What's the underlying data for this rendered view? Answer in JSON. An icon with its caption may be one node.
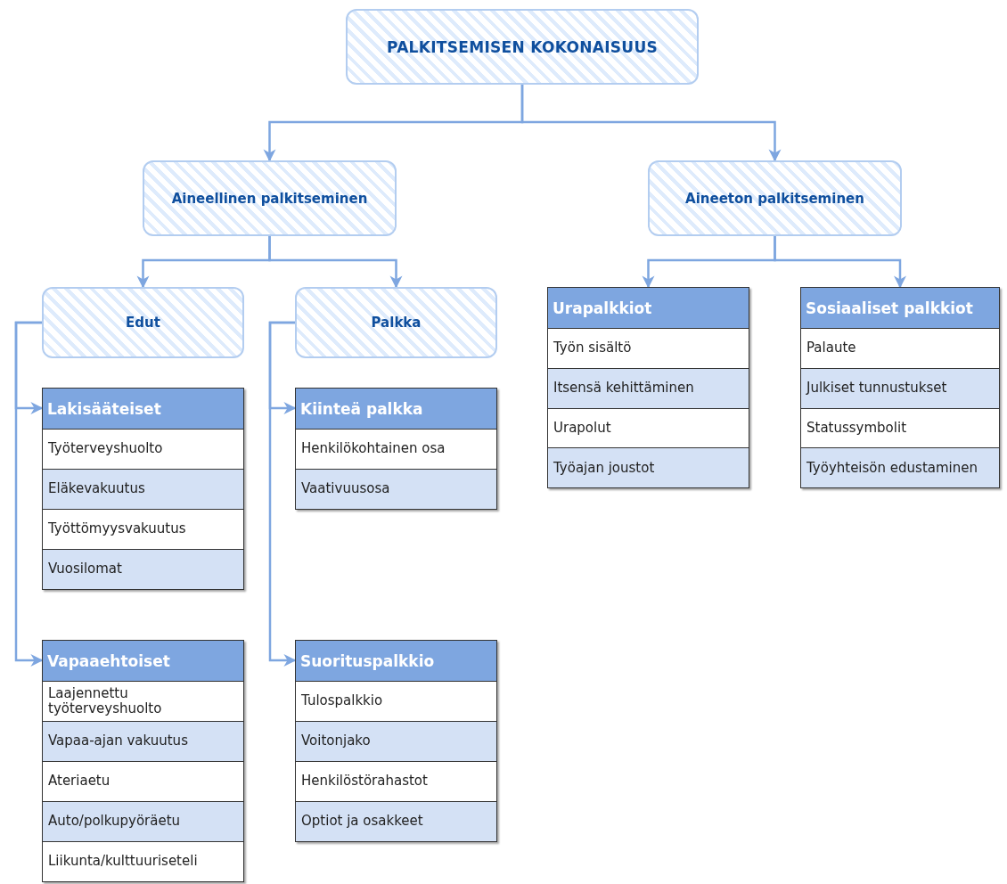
{
  "diagram": {
    "nodes": [
      {
        "text": [
          "PALKITSEMISEN KOKONAISUUS"
        ]
      },
      {
        "text": [
          "Aineellinen palkitseminen"
        ]
      },
      {
        "text": [
          "Aineeton palkitseminen"
        ]
      },
      {
        "text": [
          "Edut"
        ]
      },
      {
        "text": [
          "Palkka"
        ]
      },
      {
        "text": [
          "Urapalkkiot",
          "Työn sisältö",
          "Itsensä kehittäminen",
          "Urapolut",
          "Työajan joustot"
        ]
      },
      {
        "text": [
          "Sosiaaliset palkkiot",
          "Palaute",
          "Julkiset tunnustukset",
          "Statussymbolit",
          "Työyhteisön edustaminen"
        ]
      },
      {
        "text": [
          "Lakisääteiset",
          "Työterveyshuolto",
          "Eläkevakuutus",
          "Työttömyysvakuutus",
          "Vuosilomat"
        ]
      },
      {
        "text": [
          "Kiinteä palkka",
          "Henkilökohtainen osa",
          "Vaativuusosa"
        ]
      },
      {
        "text": [
          "Vapaaehtoiset",
          "Laajennettu työterveyshuolto",
          "Vapaa-ajan vakuutus",
          "Ateriaetu",
          "Auto/polkupyöräetu",
          "Liikunta/kulttuuriseteli"
        ]
      },
      {
        "text": [
          "Suorituspalkkio",
          "Tulospalkkio",
          "Voitonjako",
          "Henkilöstörahastot",
          "Optiot ja osakkeet"
        ]
      }
    ],
    "edges": [
      {
        "from": 0,
        "to": 1,
        "arrow": "to"
      },
      {
        "from": 0,
        "to": 2,
        "arrow": "to"
      },
      {
        "from": 1,
        "to": 3,
        "arrow": "to"
      },
      {
        "from": 1,
        "to": 4,
        "arrow": "to"
      },
      {
        "from": 2,
        "to": 5,
        "arrow": "to"
      },
      {
        "from": 2,
        "to": 6,
        "arrow": "to"
      },
      {
        "from": 3,
        "to": 7,
        "arrow": "to"
      },
      {
        "from": 3,
        "to": 9,
        "arrow": "to"
      },
      {
        "from": 4,
        "to": 8,
        "arrow": "to"
      },
      {
        "from": 4,
        "to": 10,
        "arrow": "to"
      }
    ]
  }
}
